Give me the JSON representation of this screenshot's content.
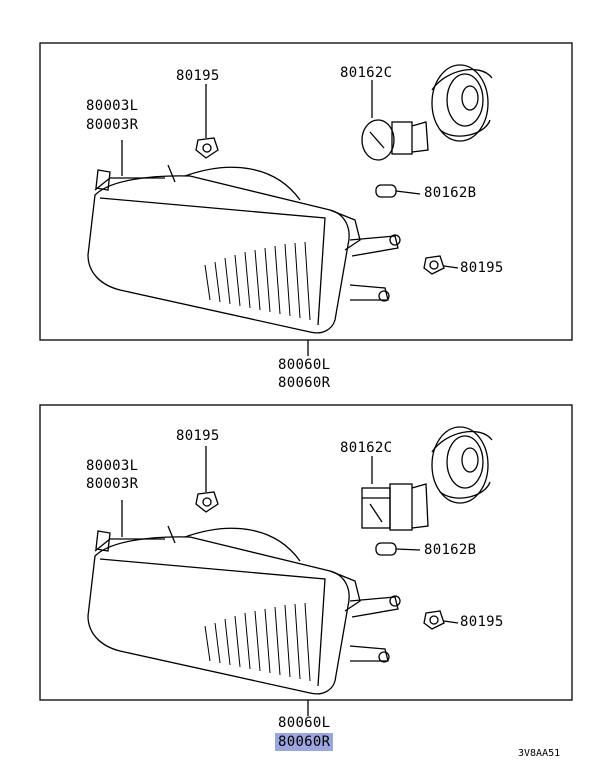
{
  "diagram_code": "3V8AA51",
  "highlight_color": "#9aa6dd",
  "panels": [
    {
      "assembly": [
        "80060L",
        "80060R"
      ],
      "parts": {
        "headlamp_unit": [
          "80003L",
          "80003R"
        ],
        "nut_top": "80195",
        "bulb": "80162C",
        "side_bulb": "80162B",
        "nut_right": "80195"
      }
    },
    {
      "assembly": [
        "80060L",
        "80060R"
      ],
      "parts": {
        "headlamp_unit": [
          "80003L",
          "80003R"
        ],
        "nut_top": "80195",
        "bulb": "80162C",
        "side_bulb": "80162B",
        "nut_right": "80195"
      }
    }
  ]
}
